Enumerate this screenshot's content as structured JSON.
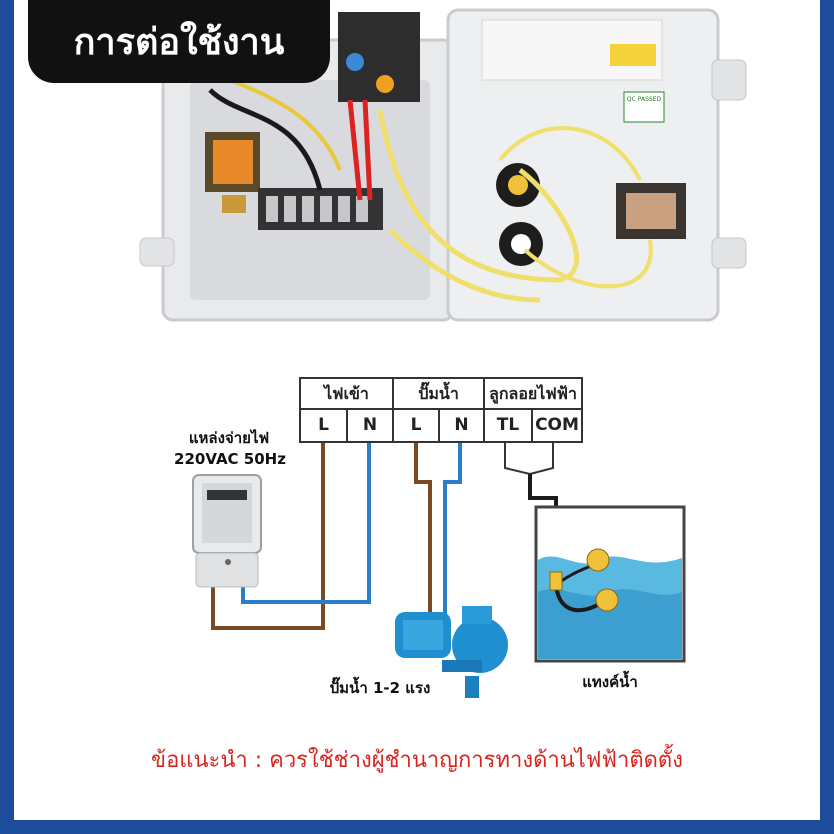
{
  "title": "การต่อใช้งาน",
  "terminal": {
    "groups": [
      {
        "label": "ไฟเข้า",
        "pins": [
          "L",
          "N"
        ]
      },
      {
        "label": "ปั๊มน้ำ",
        "pins": [
          "L",
          "N"
        ]
      },
      {
        "label": "ลูกลอยไฟฟ้า",
        "pins": [
          "TL",
          "COM"
        ]
      }
    ]
  },
  "power_source": {
    "label": "แหล่งจ่ายไฟ",
    "spec": "220VAC 50Hz"
  },
  "pump": {
    "label": "ปั๊มน้ำ 1-2 แรง"
  },
  "tank": {
    "label": "แทงค์น้ำ"
  },
  "panel_labels": {
    "qc": "QC PASSED"
  },
  "advice": "ข้อแนะนำ : ควรใช้ช่างผู้ชำนาญการทางด้านไฟฟ้าติดตั้ง",
  "colors": {
    "frame": "#1d4c9a",
    "live_wire": "#7a4a25",
    "neutral_wire": "#2a80c8",
    "advice_text": "#d8261f",
    "float_wire": "#222222"
  }
}
